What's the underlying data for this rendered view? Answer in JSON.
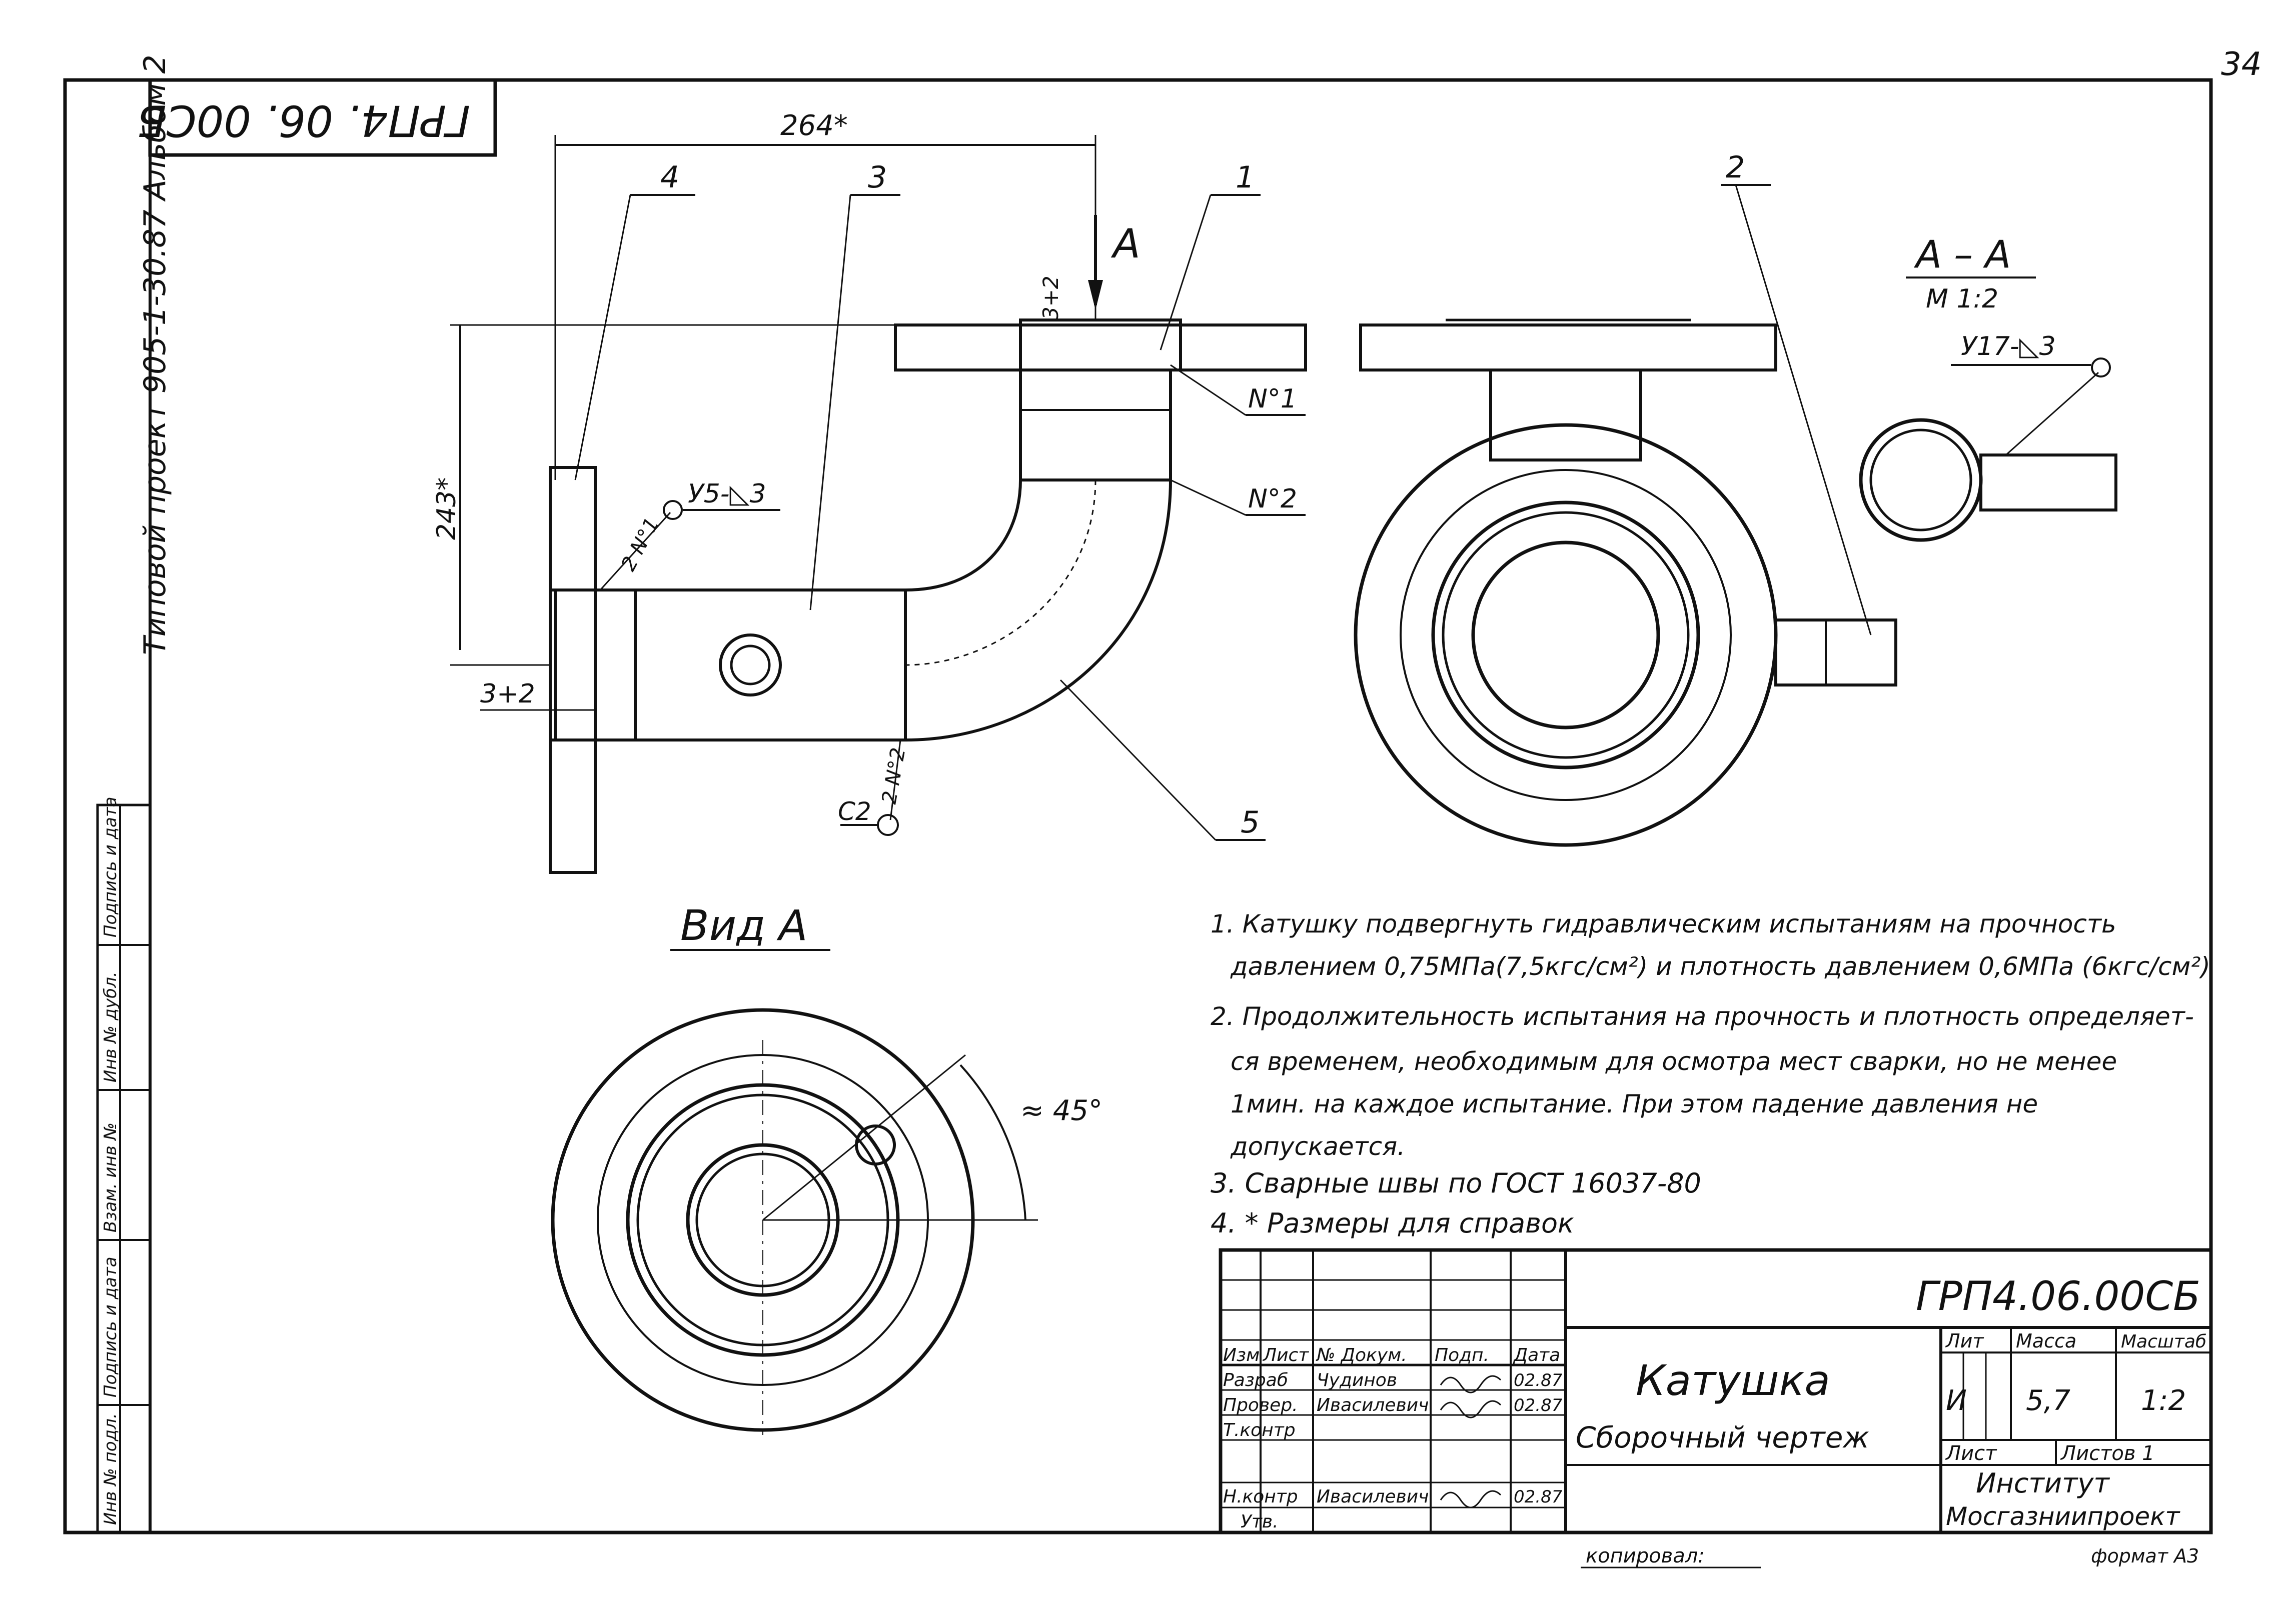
{
  "sheet": {
    "page_number": "34",
    "format": "формат А3",
    "copied_label": "копировал:"
  },
  "side_labels": {
    "stamp_code": "ГРП4. 06. 00СБ",
    "project": "Типовой проект 905-1-30.87 Альбом 2",
    "cols": [
      "Инв № подл.",
      "Подпись и дата",
      "Взам. инв №",
      "Инв № дубл.",
      "Подпись и дата"
    ]
  },
  "drawing": {
    "dim_width": "264*",
    "dim_height": "243*",
    "dim_3_2_top": "3+2",
    "dim_3_2_left": "3+2",
    "view_arrow": "А",
    "callouts": [
      "1",
      "2",
      "3",
      "4",
      "5"
    ],
    "weld_marks": [
      "N°1",
      "N°2"
    ],
    "weld_symbol_1": "У5-◺3",
    "weld_symbol_2": "С2",
    "weld_n1": "2 N°1",
    "weld_n2": "2 N°2",
    "section_title": "А – А",
    "section_scale": "М 1:2",
    "section_weld": "У17-◺3",
    "view_a_title": "Вид А",
    "angle": "≈ 45°"
  },
  "notes": [
    "1. Катушку подвергнуть гидравлическим испытаниям на прочность",
    "давлением 0,75МПа(7,5кгс/см²) и плотность давлением 0,6МПа (6кгс/см²)",
    "2. Продолжительность испытания на прочность и плотность определяет-",
    "ся временем, необходимым для осмотра мест сварки, но не менее",
    "1мин. на каждое испытание. При этом падение давления не",
    "допускается.",
    "3. Сварные швы по ГОСТ 16037-80",
    "4. * Размеры для справок"
  ],
  "title_block": {
    "code": "ГРП4.06.00СБ",
    "name": "Катушка",
    "doc_type": "Сборочный чертеж",
    "headers": [
      "Изм",
      "Лист",
      "№ Докум.",
      "Подп.",
      "Дата"
    ],
    "rows": [
      {
        "role": "Разраб",
        "name": "Чудинов",
        "date": "02.87"
      },
      {
        "role": "Провер.",
        "name": "Ивасилевич",
        "date": "02.87"
      },
      {
        "role": "Т.контр",
        "name": "",
        "date": ""
      },
      {
        "role": "Н.контр",
        "name": "Ивасилевич",
        "date": "02.87"
      },
      {
        "role": "Утв.",
        "name": "",
        "date": ""
      }
    ],
    "lit_label": "Лит",
    "mass_label": "Масса",
    "scale_label": "Масштаб",
    "lit_value": "И",
    "mass_value": "5,7",
    "scale_value": "1:2",
    "sheet_label": "Лист",
    "sheets_label": "Листов 1",
    "org_line1": "Институт",
    "org_line2": "Мосгазниипроект"
  }
}
